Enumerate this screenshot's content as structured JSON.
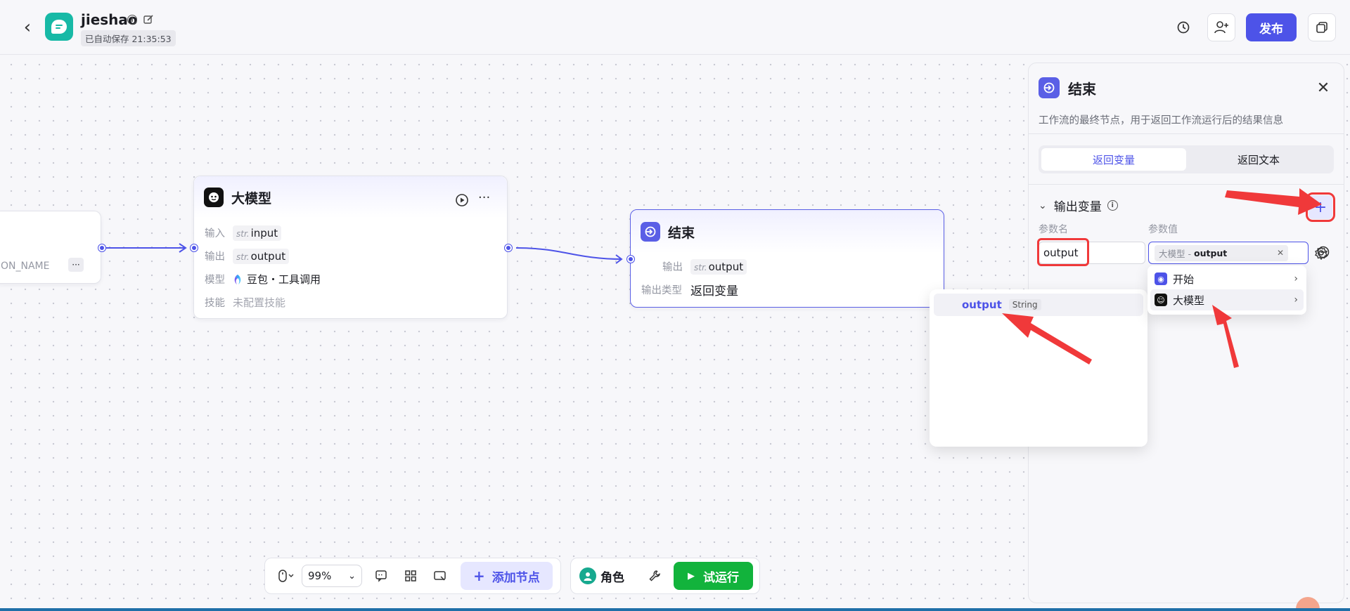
{
  "header": {
    "app_name": "jieshao",
    "autosave": "已自动保存 21:35:53",
    "publish_label": "发布"
  },
  "nodes": {
    "partial_left": {
      "text": "ON_NAME"
    },
    "llm": {
      "title": "大模型",
      "input_label": "输入",
      "input_type": "str.",
      "input_value": "input",
      "output_label": "输出",
      "output_type": "str.",
      "output_value": "output",
      "model_label": "模型",
      "model_value": "豆包・工具调用",
      "skill_label": "技能",
      "skill_value": "未配置技能"
    },
    "end": {
      "title": "结束",
      "output_label": "输出",
      "output_type": "str.",
      "output_value": "output",
      "output_type_label": "输出类型",
      "output_type_value": "返回变量"
    }
  },
  "panel": {
    "title": "结束",
    "description": "工作流的最终节点，用于返回工作流运行后的结果信息",
    "tabs": [
      "返回变量",
      "返回文本"
    ],
    "section_title": "输出变量",
    "add_label": "+",
    "param_name_label": "参数名",
    "param_value_label": "参数值",
    "param_name_value": "output",
    "param_value_source": "大模型 -",
    "param_value_var": "output"
  },
  "dropdown_nodes": {
    "options": [
      {
        "label": "开始",
        "icon": "start-icon"
      },
      {
        "label": "大模型",
        "icon": "llm-icon"
      }
    ]
  },
  "dropdown_vars": {
    "items": [
      {
        "name": "output",
        "type": "String"
      }
    ]
  },
  "toolbar": {
    "zoom": "99%",
    "add_node": "添加节点",
    "role": "角色",
    "trial_run": "试运行"
  },
  "colors": {
    "accent": "#4d53e8",
    "annotation": "#f0393a",
    "run": "#12b33c",
    "logo": "#17b9a6"
  }
}
